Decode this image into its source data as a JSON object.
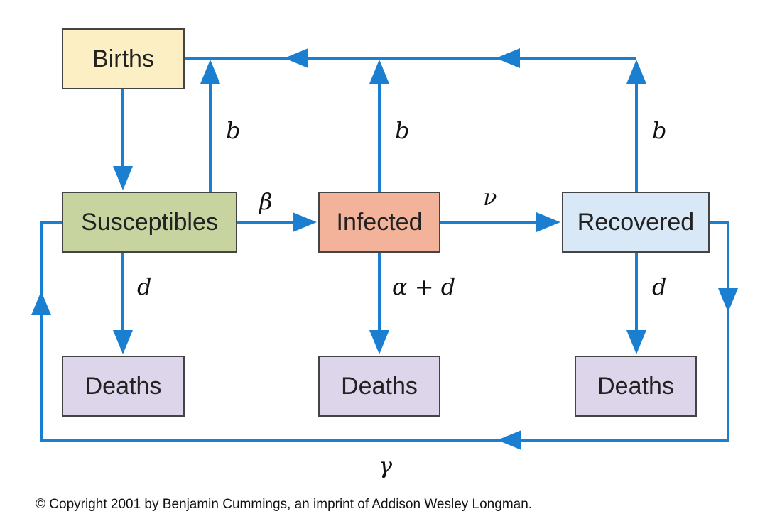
{
  "nodes": {
    "births": {
      "label": "Births",
      "color": "#fcefc4"
    },
    "susceptibles": {
      "label": "Susceptibles",
      "color": "#c8d4a0"
    },
    "infected": {
      "label": "Infected",
      "color": "#f3b39a"
    },
    "recovered": {
      "label": "Recovered",
      "color": "#d8e8f6"
    },
    "deaths_s": {
      "label": "Deaths",
      "color": "#ddd5ea"
    },
    "deaths_i": {
      "label": "Deaths",
      "color": "#ddd5ea"
    },
    "deaths_r": {
      "label": "Deaths",
      "color": "#ddd5ea"
    }
  },
  "rates": {
    "birth_s": "b",
    "birth_i": "b",
    "birth_r": "b",
    "beta": "β",
    "nu": "ν",
    "death_s": "d",
    "death_i": "α + d",
    "death_r": "d",
    "gamma": "γ"
  },
  "arrow_color": "#1a7fd0",
  "copyright": "© Copyright 2001 by Benjamin Cummings, an imprint of Addison Wesley Longman."
}
